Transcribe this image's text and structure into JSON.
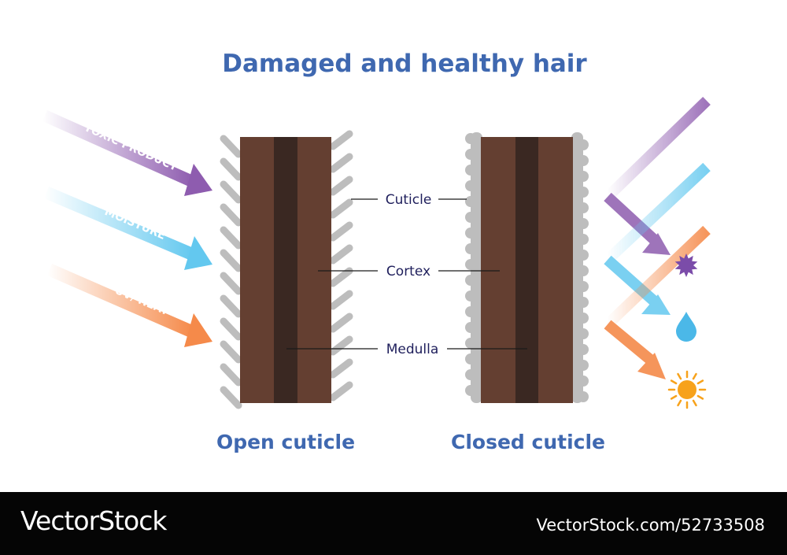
{
  "title": "Damaged and healthy hair",
  "labels": {
    "cuticle": "Cuticle",
    "cortex": "Cortex",
    "medulla": "Medulla"
  },
  "captions": {
    "left": "Open cuticle",
    "right": "Closed cuticle"
  },
  "arrows": {
    "toxic": "TOXIC PRODUCT",
    "moisture": "MOISTURE",
    "uv": "UV/ HEAT"
  },
  "icons": {
    "toxic": "spiky-star-icon",
    "moisture": "water-drop-icon",
    "uv": "sun-icon"
  },
  "colors": {
    "title": "#3f68b0",
    "label": "#1f1f5c",
    "cortex": "#643f31",
    "medulla": "#3a2822",
    "cuticle": "#bdbdbd",
    "toxic": "#8e5caf",
    "moisture": "#63c8ef",
    "uv": "#f58a4a",
    "sun": "#f7a21b",
    "footer": "#050505"
  },
  "watermark": {
    "brand": "VectorStock",
    "id": "VectorStock.com/52733508"
  }
}
